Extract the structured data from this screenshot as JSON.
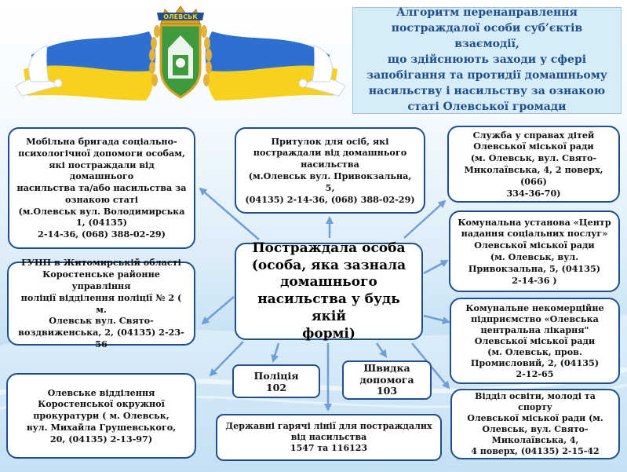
{
  "emblem": {
    "town_label": "ОЛЕВСЬК",
    "flag_colors": [
      "#2f6fd0",
      "#f7d11e"
    ],
    "shield_color": "#3e9a3c"
  },
  "header": {
    "title": "Алгоритм перенаправлення\nпостраждалої особи суб’єктів взаємодії,\nщо здійснюють заходи у сфері\nзапобігання та протидії домашньому\nнасильству і насильству за ознакою\nстаті Олевської громади"
  },
  "center": {
    "text": "Постраждала особа\n(особа, яка зазнала\nдомашнього\nнасильства у будь якій\nформі)"
  },
  "nodes": {
    "mobile_team": "Мобільна бригада соціально-\nпсихологічної допомоги особам,\nякі постраждали від домашнього\nнасильства та/або насильства за\nознакою статі\n(м.Олевськ вул.  Володимирська\n1, (04135)\n2-14-36, (068) 388-02-29)",
    "shelter": "Притулок для осіб, які\nпостраждали від домашнього\nнасильства\n(м.Олевськ вул. Привокзальна, 5,\n(04135)  2-14-36, (068) 388-02-29)",
    "children_service": "Служба у справах дітей\nОлевської міської ради\n(м. Олевськ, вул. Свято-\nМиколаївська, 4, 2 поверх, (066)\n334-36-70)",
    "social_center": "Комунальна установа «Центр\nнадання соціальних послуг»\nОлевської міської ради\n(м. Олевськ, вул.\nПривокзальна, 5, (04135)\n2-14-36 )",
    "police_dept": "ГУНП в Житомирській області\nКоростенське районне управління\nполіції відділення поліції № 2 ( м.\nОлевськ вул. Свято-\nвоздвиженська, 2, (04135) 2-23-56",
    "hospital": "Комунальне некомерційне\nпідприємство «Олевська\nцентральна лікарня\"\nОлевської міської ради\n(м. Олевськ, пров.\nПромисловий, 2,  (04135)\n2-12-65",
    "police": "Поліція\n102",
    "ambulance": "Швидка\nдопомога\n103",
    "prosecutor": "Олевське відділення\nКоростенської окружної\nпрокуратури ( м. Олевськ,\nвул. Михайла Грушевського,\n20,  (04135) 2-13-97)",
    "hotlines": "Державні гарячі лінії для постраждалих\nвід насильства\n1547 та 116123",
    "education": "Відділ освіти, молоді та спорту\nОлевської міської ради  (м.\nОлевськ, вул. Свято-\nМиколаївська, 4,\n4 поверх, (04135) 2-15-42"
  },
  "colors": {
    "box_border": "#1f4f8c",
    "arrow": "#6f9fd6",
    "title_text": "#1f4e8c",
    "title_bg": "#d6ecf7"
  }
}
